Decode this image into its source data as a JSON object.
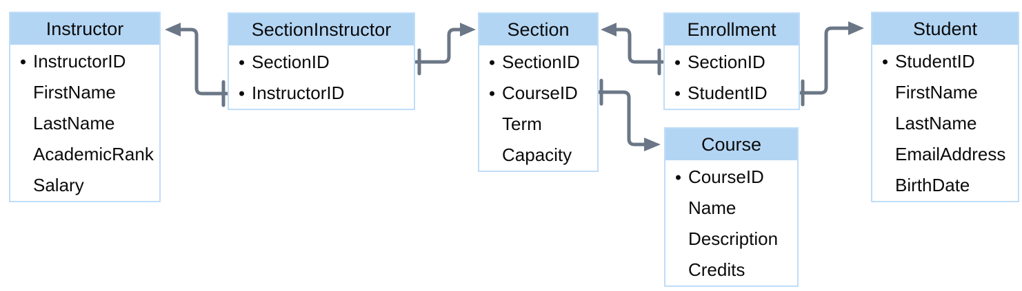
{
  "diagram": {
    "kind": "entity-relationship-diagram",
    "colors": {
      "header_fill": "#B3D5F4",
      "body_fill": "#FFFFFF",
      "border": "#BFDDF8",
      "connector": "#6B7786",
      "text": "#0B0B0B"
    },
    "entities": [
      {
        "name": "Instructor",
        "attributes": [
          {
            "label": "InstructorID",
            "pk": true
          },
          {
            "label": "FirstName",
            "pk": false
          },
          {
            "label": "LastName",
            "pk": false
          },
          {
            "label": "AcademicRank",
            "pk": false
          },
          {
            "label": "Salary",
            "pk": false
          }
        ]
      },
      {
        "name": "SectionInstructor",
        "attributes": [
          {
            "label": "SectionID",
            "pk": true
          },
          {
            "label": "InstructorID",
            "pk": true
          }
        ]
      },
      {
        "name": "Section",
        "attributes": [
          {
            "label": "SectionID",
            "pk": true
          },
          {
            "label": "CourseID",
            "pk": true
          },
          {
            "label": "Term",
            "pk": false
          },
          {
            "label": "Capacity",
            "pk": false
          }
        ]
      },
      {
        "name": "Enrollment",
        "attributes": [
          {
            "label": "SectionID",
            "pk": true
          },
          {
            "label": "StudentID",
            "pk": true
          }
        ]
      },
      {
        "name": "Course",
        "attributes": [
          {
            "label": "CourseID",
            "pk": true
          },
          {
            "label": "Name",
            "pk": false
          },
          {
            "label": "Description",
            "pk": false
          },
          {
            "label": "Credits",
            "pk": false
          }
        ]
      },
      {
        "name": "Student",
        "attributes": [
          {
            "label": "StudentID",
            "pk": true
          },
          {
            "label": "FirstName",
            "pk": false
          },
          {
            "label": "LastName",
            "pk": false
          },
          {
            "label": "EmailAddress",
            "pk": false
          },
          {
            "label": "BirthDate",
            "pk": false
          }
        ]
      }
    ],
    "relationships": [
      {
        "from": "SectionInstructor.InstructorID",
        "to": "Instructor",
        "arrow_points_to": "Instructor"
      },
      {
        "from": "SectionInstructor.SectionID",
        "to": "Section",
        "arrow_points_to": "Section"
      },
      {
        "from": "Enrollment.SectionID",
        "to": "Section",
        "arrow_points_to": "Section"
      },
      {
        "from": "Section.CourseID",
        "to": "Course",
        "arrow_points_to": "Course"
      },
      {
        "from": "Enrollment.StudentID",
        "to": "Student",
        "arrow_points_to": "Student"
      }
    ]
  }
}
